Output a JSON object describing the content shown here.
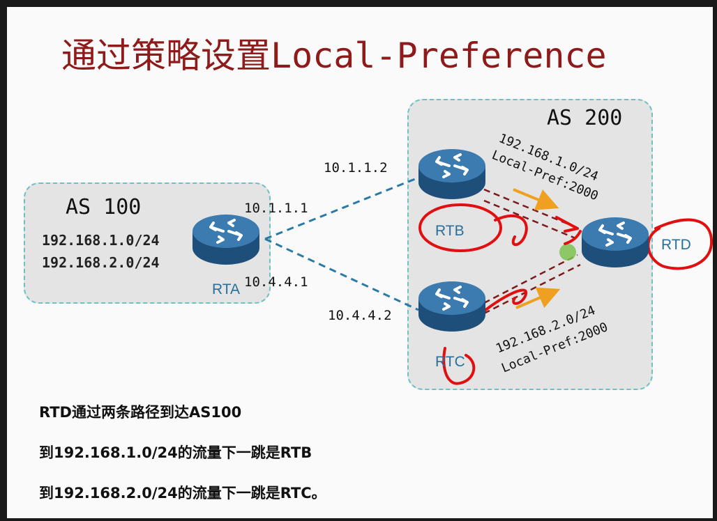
{
  "title": "通过策略设置Local-Preference",
  "as100": {
    "label": "AS 100",
    "prefixes": [
      "192.168.1.0/24",
      "192.168.2.0/24"
    ]
  },
  "as200": {
    "label": "AS 200"
  },
  "routers": {
    "rta": "RTA",
    "rtb": "RTB",
    "rtc": "RTC",
    "rtd": "RTD"
  },
  "links": {
    "rta_rtb_local": "10.1.1.1",
    "rta_rtb_remote": "10.1.1.2",
    "rta_rtc_local": "10.4.4.1",
    "rta_rtc_remote": "10.4.4.2"
  },
  "routes": {
    "upper": {
      "prefix": "192.168.1.0/24",
      "pref": "Local-Pref:2000"
    },
    "lower": {
      "prefix": "192.168.2.0/24",
      "pref": "Local-Pref:2000"
    }
  },
  "description": [
    "RTD通过两条路径到达AS100",
    "到192.168.1.0/24的流量下一跳是RTB",
    "到192.168.2.0/24的流量下一跳是RTC。"
  ],
  "colors": {
    "title": "#8e1a1a",
    "as_border": "#6cc0c6",
    "link_dashed": "#2a7aa8",
    "route_dashed": "#7a1a1a",
    "arrow": "#f0a020",
    "annotation": "#e01010",
    "router_label": "#2a6f9a"
  }
}
